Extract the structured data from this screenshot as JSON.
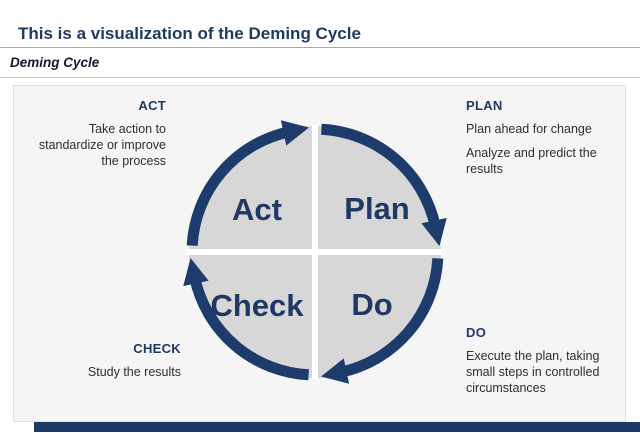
{
  "page": {
    "title": "This is a visualization of the Deming Cycle",
    "subtitle": "Deming Cycle"
  },
  "colors": {
    "title_navy": "#1e3a5f",
    "accent_navy": "#1f3864",
    "ring_navy": "#1d3c6c",
    "quadrant_gray": "#d7d7d7",
    "panel_bg": "#f5f5f5",
    "panel_border": "#e0e0e0",
    "body_text": "#2e2e2e",
    "footer_bar_navy": "#1e3a66"
  },
  "diagram": {
    "type": "cycle",
    "direction": "clockwise",
    "quadrants": [
      {
        "label": "Act"
      },
      {
        "label": "Plan"
      },
      {
        "label": "Check"
      },
      {
        "label": "Do"
      }
    ],
    "annotations": {
      "act": {
        "heading": "ACT",
        "paragraphs": [
          [
            "Take action to",
            "standardize or improve",
            "the process"
          ]
        ]
      },
      "plan": {
        "heading": "PLAN",
        "paragraphs": [
          [
            "Plan ahead for change"
          ],
          [
            "Analyze and predict the",
            "results"
          ]
        ]
      },
      "check": {
        "heading": "CHECK",
        "paragraphs": [
          [
            "Study the results"
          ]
        ]
      },
      "do": {
        "heading": "DO",
        "paragraphs": [
          [
            "Execute the plan, taking",
            "small steps in controlled",
            "circumstances"
          ]
        ]
      }
    }
  }
}
